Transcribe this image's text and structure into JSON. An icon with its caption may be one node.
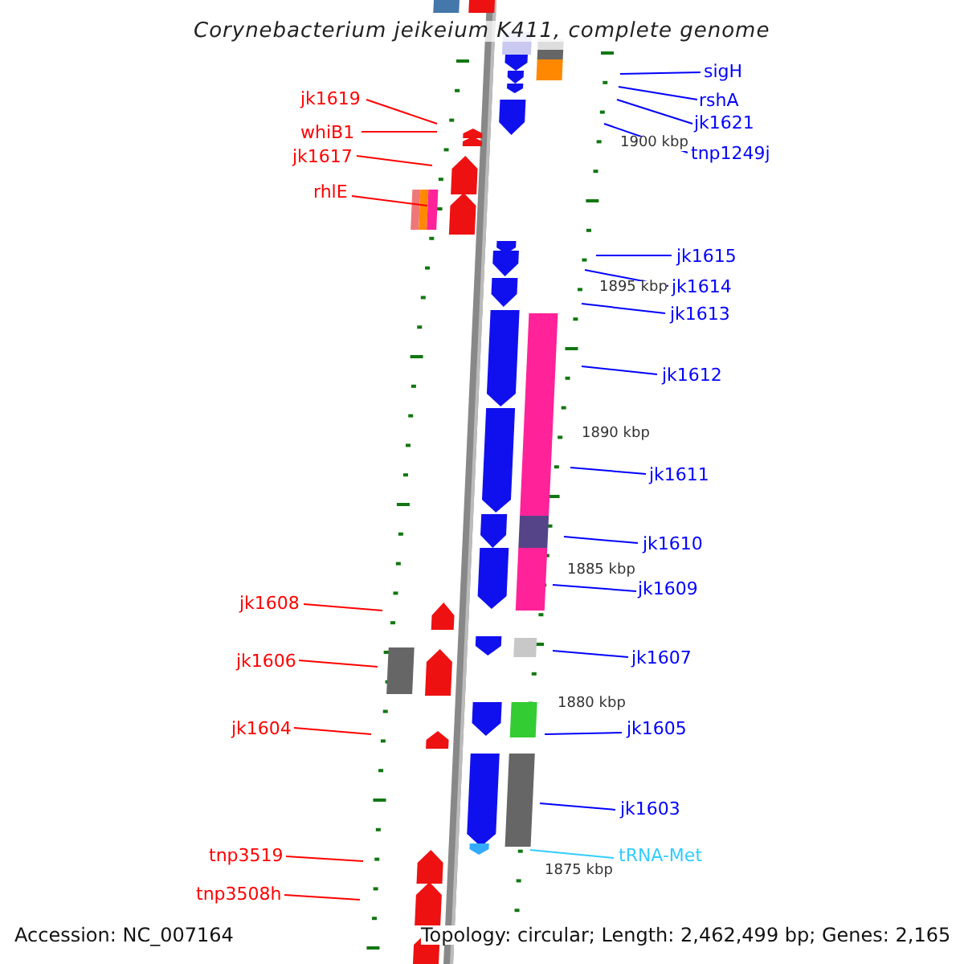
{
  "diagram": {
    "title": "Corynebacterium jeikeium K411, complete genome",
    "nodes": [
      {
        "text": [
          "sigH"
        ]
      },
      {
        "text": [
          "jk1619"
        ]
      },
      {
        "text": [
          "rshA"
        ]
      },
      {
        "text": [
          "jk1621"
        ]
      },
      {
        "text": [
          "whiB1"
        ]
      },
      {
        "text": [
          "tnp1249j"
        ]
      },
      {
        "text": [
          "jk1617"
        ]
      },
      {
        "text": [
          "rhlE"
        ]
      },
      {
        "text": [
          "jk1615"
        ]
      },
      {
        "text": [
          "jk1614"
        ]
      },
      {
        "text": [
          "jk1613"
        ]
      },
      {
        "text": [
          "jk1612"
        ]
      },
      {
        "text": [
          "jk1611"
        ]
      },
      {
        "text": [
          "jk1610"
        ]
      },
      {
        "text": [
          "jk1609"
        ]
      },
      {
        "text": [
          "jk1608"
        ]
      },
      {
        "text": [
          "jk1607"
        ]
      },
      {
        "text": [
          "jk1606"
        ]
      },
      {
        "text": [
          "jk1604"
        ]
      },
      {
        "text": [
          "jk1605"
        ]
      },
      {
        "text": [
          "jk1603"
        ]
      },
      {
        "text": [
          "tnp3519"
        ]
      },
      {
        "text": [
          "tRNA-Met"
        ]
      },
      {
        "text": [
          "tnp3508h"
        ]
      }
    ],
    "edges": [
      {
        "from": 0,
        "to": null,
        "arrow": "none"
      },
      {
        "from": 1,
        "to": null,
        "arrow": "none",
        "color": "#ff0000"
      },
      {
        "from": 2,
        "to": null,
        "arrow": "none"
      },
      {
        "from": 3,
        "to": null,
        "arrow": "none"
      },
      {
        "from": 4,
        "to": null,
        "arrow": "none",
        "color": "#ff0000"
      },
      {
        "from": 5,
        "to": null,
        "arrow": "none"
      },
      {
        "from": 6,
        "to": null,
        "arrow": "none",
        "color": "#ff0000"
      },
      {
        "from": 7,
        "to": null,
        "arrow": "none",
        "color": "#ff0000"
      },
      {
        "from": 8,
        "to": null,
        "arrow": "none"
      },
      {
        "from": 9,
        "to": null,
        "arrow": "none"
      },
      {
        "from": 10,
        "to": null,
        "arrow": "none"
      },
      {
        "from": 11,
        "to": null,
        "arrow": "none"
      },
      {
        "from": 12,
        "to": null,
        "arrow": "none"
      },
      {
        "from": 13,
        "to": null,
        "arrow": "none"
      },
      {
        "from": 14,
        "to": null,
        "arrow": "none"
      },
      {
        "from": 15,
        "to": null,
        "arrow": "none",
        "color": "#ff0000"
      },
      {
        "from": 16,
        "to": null,
        "arrow": "none"
      },
      {
        "from": 17,
        "to": null,
        "arrow": "none",
        "color": "#ff0000"
      },
      {
        "from": 18,
        "to": null,
        "arrow": "none",
        "color": "#ff0000"
      },
      {
        "from": 19,
        "to": null,
        "arrow": "none"
      },
      {
        "from": 20,
        "to": null,
        "arrow": "none"
      },
      {
        "from": 21,
        "to": null,
        "arrow": "none",
        "color": "#ff0000"
      },
      {
        "from": 22,
        "to": null,
        "arrow": "none",
        "color": "#33ccff"
      },
      {
        "from": 23,
        "to": null,
        "arrow": "none",
        "color": "#ff0000"
      }
    ],
    "labels": [
      "1900 kbp",
      "1895 kbp",
      "1890 kbp",
      "1885 kbp",
      "1880 kbp",
      "1875 kbp",
      "Accession: NC_007164",
      "Topology: circular; Length: 2,462,499 bp; Genes: 2,165"
    ]
  }
}
